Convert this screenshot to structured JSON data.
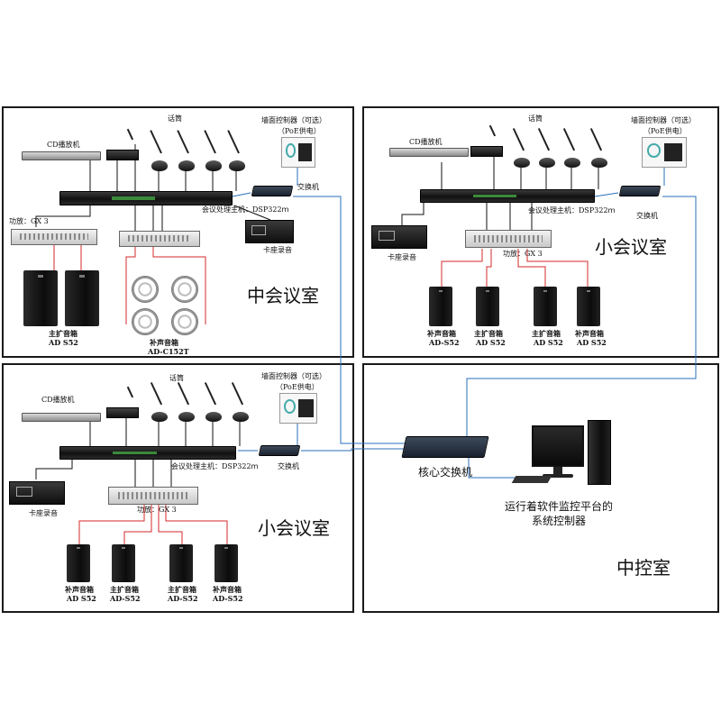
{
  "rooms": {
    "mid": {
      "title": "中会议室",
      "cd": "CD播放机",
      "mic": "话筒",
      "wall": "墙面控制器（可选）",
      "poe": "（PoE供电）",
      "switch": "交换机",
      "dsp": "会议处理主机：DSP322ｍ",
      "amp": "功放：GX 3",
      "tape": "卡座录音",
      "main_spk": "主扩音箱",
      "main_model": "AD S52",
      "ceil_spk": "补声音箱",
      "ceil_model": "AD-C152T"
    },
    "small_top": {
      "title": "小会议室",
      "cd": "CD播放机",
      "mic": "话筒",
      "wall": "墙面控制器（可选）",
      "poe": "（PoE供电）",
      "switch": "交换机",
      "dsp": "会议处理主机：DSP322ｍ",
      "amp": "功放：GX 3",
      "tape": "卡座录音",
      "spk1": "补声音箱",
      "spk1_model": "AD-S52",
      "spk2": "主扩音箱",
      "spk2_model": "AD S52",
      "spk3": "主扩音箱",
      "spk3_model": "AD S52",
      "spk4": "补声音箱",
      "spk4_model": "AD S52"
    },
    "small_bottom": {
      "title": "小会议室",
      "cd": "CD播放机",
      "mic": "话筒",
      "wall": "墙面控制器（可选）",
      "poe": "（PoE供电）",
      "switch": "交换机",
      "dsp": "会议处理主机：DSP322ｍ",
      "amp": "功放：GX 3",
      "tape": "卡座录音",
      "spk1": "补声音箱",
      "spk1_model": "AD S52",
      "spk2": "主扩音箱",
      "spk2_model": "AD-S52",
      "spk3": "主扩音箱",
      "spk3_model": "AD-S52",
      "spk4": "补声音箱",
      "spk4_model": "AD-S52"
    },
    "control": {
      "title": "中控室",
      "core_switch": "核心交换机",
      "pc_line1": "运行着软件监控平台的",
      "pc_line2": "系统控制器"
    }
  },
  "colors": {
    "audio_line": "#111111",
    "speaker_line": "#d42a2a",
    "network_line": "#2a6fb8",
    "border": "#1a1a1a"
  }
}
